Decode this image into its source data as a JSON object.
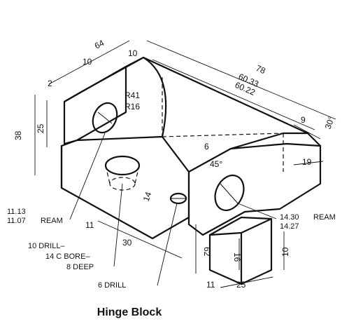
{
  "title": "Hinge Block",
  "dimensions": {
    "overall_width": "64",
    "overall_length": "78",
    "length_tol_upper": "60.33",
    "length_tol_lower": "60.22",
    "lug_width": "10",
    "lug_offset": "10",
    "top_offset": "2",
    "height_overall": "38",
    "height_lug": "25",
    "radius_large": "R41",
    "radius_small": "R16",
    "right_top": "9",
    "chamfer_angle": "30°",
    "right_side": "19",
    "slot_width": "6",
    "slot_angle": "45°",
    "hole_x": "14",
    "front_11_left": "11",
    "base_30": "30",
    "front_62": "62",
    "foot_16": "16",
    "foot_10": "10",
    "foot_25": "25",
    "foot_11": "11"
  },
  "notes": {
    "ream_small_upper": "11.13",
    "ream_small_lower": "11.07",
    "ream_small_label": "REAM",
    "drill_10": "10 DRILL–",
    "cbore_14": "14 C BORE–",
    "deep_8": "8 DEEP",
    "drill_6": "6 DRILL",
    "ream_large_upper": "14.30",
    "ream_large_lower": "14.27",
    "ream_large_label": "REAM"
  }
}
